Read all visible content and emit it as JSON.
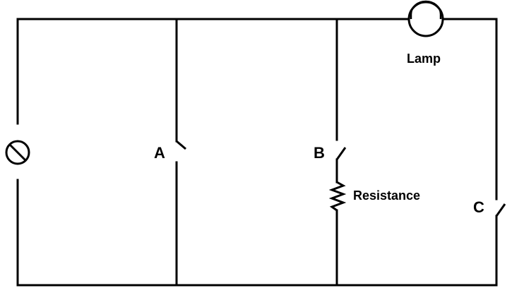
{
  "diagram": {
    "colors": {
      "wire": "#000000",
      "background": "#ffffff"
    },
    "labels": {
      "lamp": "Lamp",
      "switch_a": "A",
      "switch_b": "B",
      "switch_c": "C",
      "resistance": "Resistance"
    },
    "components": [
      {
        "id": "source",
        "kind": "ac-source-icon"
      },
      {
        "id": "switch_a",
        "kind": "open-switch-icon"
      },
      {
        "id": "switch_b",
        "kind": "open-switch-icon"
      },
      {
        "id": "resistor",
        "kind": "resistor-icon"
      },
      {
        "id": "lamp",
        "kind": "lamp-icon"
      },
      {
        "id": "switch_c",
        "kind": "open-switch-icon"
      }
    ]
  }
}
